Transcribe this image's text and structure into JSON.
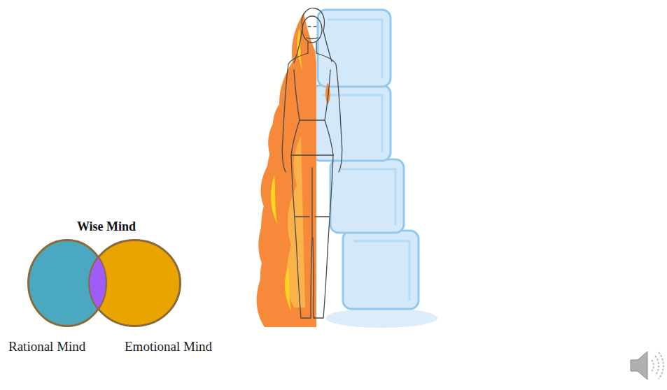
{
  "diagram": {
    "title": "Wise Mind",
    "nodes": [
      {
        "text": [
          "Rational Mind"
        ]
      },
      {
        "text": [
          "Emotional Mind"
        ]
      }
    ]
  }
}
